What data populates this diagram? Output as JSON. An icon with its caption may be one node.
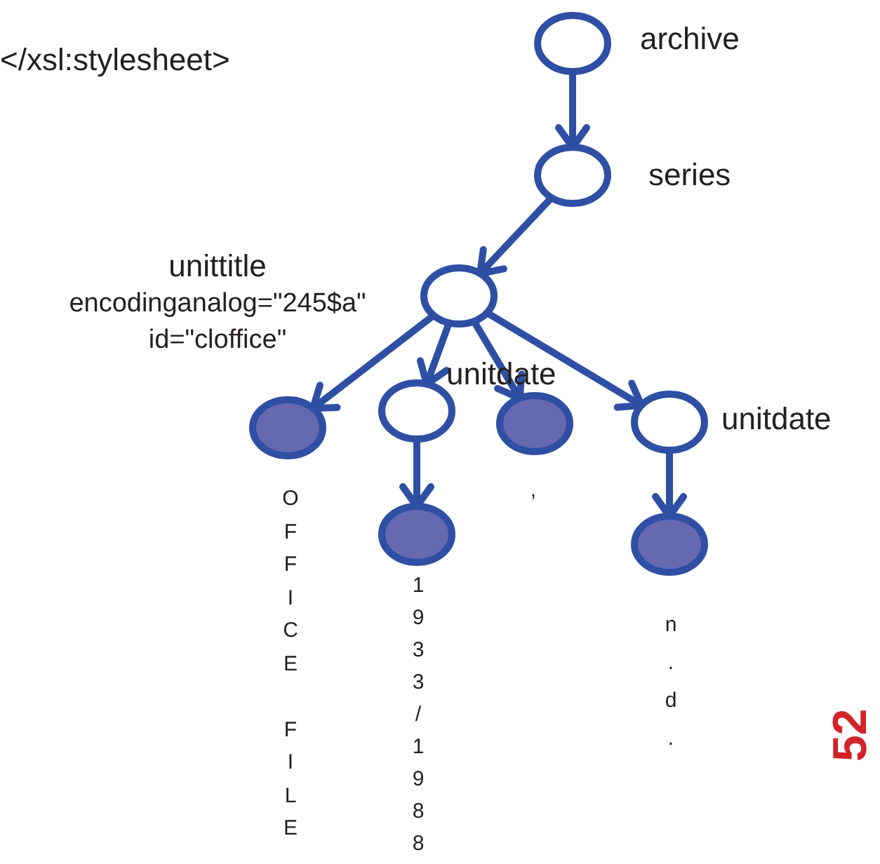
{
  "diagram": {
    "nodes": [
      {
        "text": [],
        "shape": "ellipse",
        "beside": [
          "archive"
        ]
      },
      {
        "text": [],
        "shape": "ellipse",
        "beside": [
          "series"
        ]
      },
      {
        "text": [],
        "shape": "ellipse",
        "beside": [
          "unittitle",
          "encodinganalog=\"245$a\"",
          "id=\"cloffice\""
        ]
      },
      {
        "text": [],
        "shape": "disc",
        "beside": [
          "OFFICE FILE"
        ]
      },
      {
        "text": [],
        "shape": "ellipse",
        "beside": [
          "unitdate"
        ]
      },
      {
        "text": [],
        "shape": "disc",
        "beside": [
          "1933/1988"
        ]
      },
      {
        "text": [],
        "shape": "disc",
        "beside": [
          ","
        ]
      },
      {
        "text": [],
        "shape": "ellipse",
        "beside": [
          "unitdate"
        ]
      },
      {
        "text": [],
        "shape": "disc",
        "beside": [
          "n.d."
        ]
      }
    ],
    "edges": [
      {
        "from": 0,
        "to": 1,
        "arrow": "to"
      },
      {
        "from": 1,
        "to": 2,
        "arrow": "to"
      },
      {
        "from": 2,
        "to": 3,
        "arrow": "to"
      },
      {
        "from": 2,
        "to": 4,
        "arrow": "to"
      },
      {
        "from": 2,
        "to": 6,
        "arrow": "to"
      },
      {
        "from": 2,
        "to": 7,
        "arrow": "to"
      },
      {
        "from": 4,
        "to": 5,
        "arrow": "to"
      },
      {
        "from": 7,
        "to": 8,
        "arrow": "to"
      }
    ],
    "labels": [
      "</xsl:stylesheet>",
      "52"
    ]
  }
}
